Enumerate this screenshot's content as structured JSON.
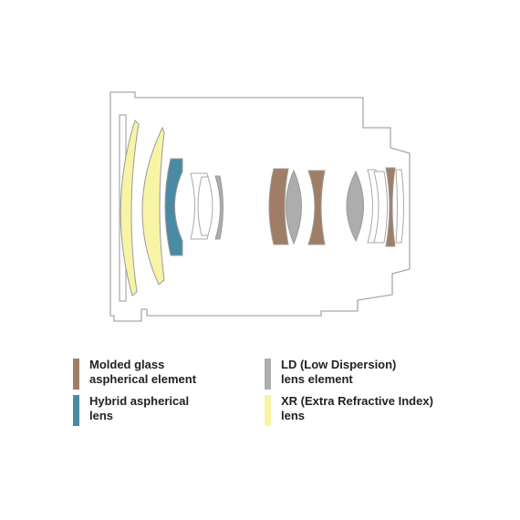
{
  "colors": {
    "background": "#ffffff",
    "outline": "#a9a9a9",
    "molded": "#a07e66",
    "hybrid": "#4a8aa3",
    "ld": "#adadad",
    "xr": "#f7f5a5",
    "text": "#222222"
  },
  "lens_diagram": {
    "element_types": [
      "xr",
      "xr",
      "hybrid",
      "plain",
      "plain",
      "ld",
      "molded",
      "ld",
      "molded",
      "ld",
      "plain",
      "plain",
      "molded",
      "plain"
    ]
  },
  "legend": [
    {
      "key": "molded",
      "line1": "Molded glass",
      "line2": "aspherical element"
    },
    {
      "key": "ld",
      "line1": "LD (Low Dispersion)",
      "line2": "lens element"
    },
    {
      "key": "hybrid",
      "line1": "Hybrid aspherical",
      "line2": "lens"
    },
    {
      "key": "xr",
      "line1": "XR (Extra Refractive Index)",
      "line2": "lens"
    }
  ]
}
